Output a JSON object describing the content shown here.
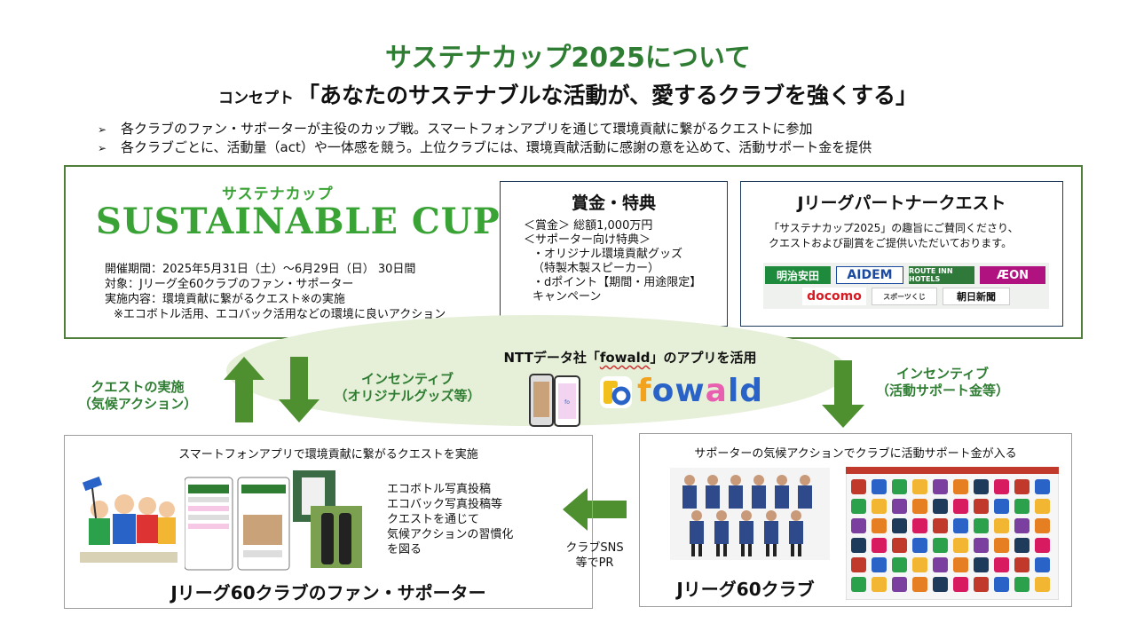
{
  "title": "サステナカップ2025について",
  "concept": {
    "label": "コンセプト",
    "text": "「あなたのサステナブルな活動が、愛するクラブを強くする」"
  },
  "bullets": [
    "各クラブのファン・サポーターが主役のカップ戦。スマートフォンアプリを通じて環境貢献に繋がるクエストに参加",
    "各クラブごとに、活動量（act）や一体感を競う。上位クラブには、環境貢献活動に感謝の意を込めて、活動サポート金を提供"
  ],
  "cup": {
    "logo_kana": "サステナカップ",
    "logo_en": "SUSTAINABLE CUP",
    "info": [
      "開催期間：2025年5月31日（土）～6月29日（日） 30日間",
      "対象：Jリーグ全60クラブのファン・サポーター",
      "実施内容：環境貢献に繋がるクエスト※の実施",
      "※エコボトル活用、エコバック活用などの環境に良いアクション"
    ]
  },
  "prize": {
    "title": "賞金・特典",
    "lines": [
      "＜賞金＞ 総額1,000万円",
      "＜サポーター向け特典＞",
      "・オリジナル環境貢献グッズ",
      "（特製木製スピーカー）",
      "・dポイント【期間・用途限定】",
      "キャンペーン"
    ]
  },
  "partner": {
    "title": "Jリーグパートナークエスト",
    "desc1": "「サステナカップ2025」の趣旨にご賛同くださり、",
    "desc2": "クエストおよび副賞をご提供いただいております。",
    "logos": [
      "明治安田",
      "AIDEM",
      "ROUTE INN HOTELS",
      "ÆON",
      "docomo",
      "スポーツくじ",
      "朝日新聞"
    ]
  },
  "app": {
    "prefix": "NTTデータ社「",
    "name": "fowald",
    "suffix": "」のアプリを活用",
    "wordmark": "fowald"
  },
  "flow": {
    "quest": [
      "クエストの実施",
      "（気候アクション）"
    ],
    "incentive_goods": [
      "インセンティブ",
      "（オリジナルグッズ等）"
    ],
    "incentive_money": [
      "インセンティブ",
      "（活動サポート金等）"
    ],
    "sns": [
      "クラブSNS",
      "等でPR"
    ]
  },
  "fans": {
    "header": "スマートフォンアプリで環境貢献に繋がるクエストを実施",
    "desc": [
      "エコボトル写真投稿",
      "エコバック写真投稿等",
      "クエストを通じて",
      "気候アクションの習慣化",
      "を図る"
    ],
    "footer": "Jリーグ60クラブのファン・サポーター"
  },
  "clubs": {
    "header": "サポーターの気候アクションでクラブに活動サポート金が入る",
    "footer": "Jリーグ60クラブ"
  },
  "colors": {
    "title_green": "#2e7d32",
    "cup_green": "#3aa335",
    "arrow_green": "#4e8f2f",
    "ellipse": "#e6efd8",
    "frame": "#4f7d3a"
  }
}
